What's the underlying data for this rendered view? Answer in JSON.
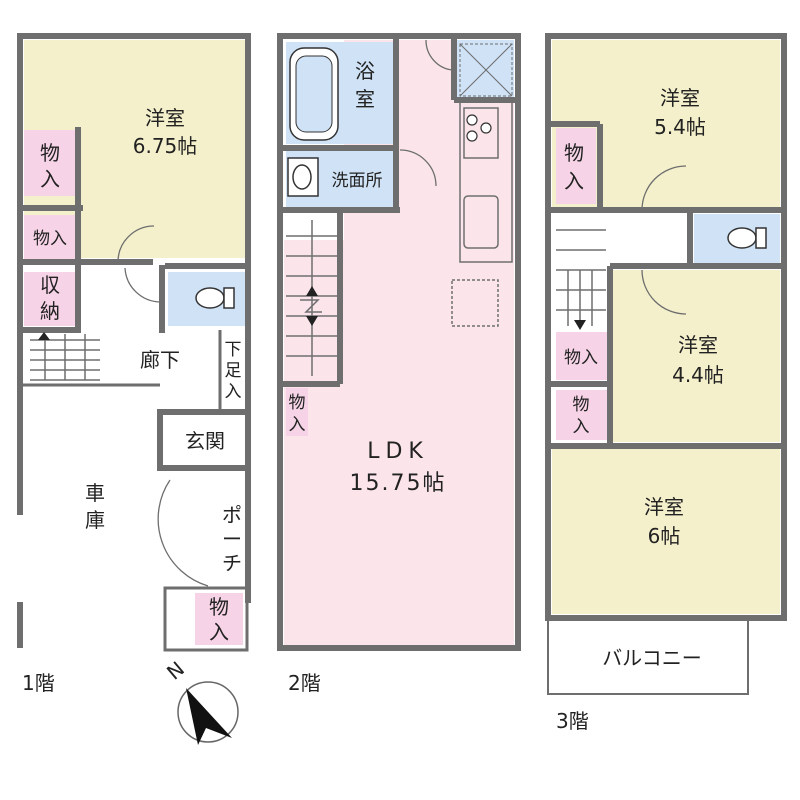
{
  "floors": {
    "f1": {
      "label": "1階",
      "rooms": {
        "western_room": [
          "洋室",
          "6.75帖"
        ],
        "storage_top": [
          "物",
          "入"
        ],
        "storage_mid": "物入",
        "shuno": [
          "収",
          "納"
        ],
        "corridor": "廊下",
        "shoe_cabinet": [
          "下",
          "足",
          "入"
        ],
        "entrance": "玄関",
        "garage": [
          "車",
          "庫"
        ],
        "porch": [
          "ポ",
          "ー",
          "チ"
        ],
        "storage_bottom": [
          "物",
          "入"
        ]
      }
    },
    "f2": {
      "label": "2階",
      "rooms": {
        "bath": [
          "浴",
          "室"
        ],
        "washroom": "洗面所",
        "storage": [
          "物",
          "入"
        ],
        "ldk": [
          "LDK",
          "15.75帖"
        ]
      }
    },
    "f3": {
      "label": "3階",
      "rooms": {
        "western_room_1": [
          "洋室",
          "5.4帖"
        ],
        "storage_top": [
          "物",
          "入"
        ],
        "western_room_2": [
          "洋室",
          "4.4帖"
        ],
        "storage_mid": "物入",
        "storage_low": [
          "物",
          "入"
        ],
        "western_room_3": [
          "洋室",
          "6帖"
        ],
        "balcony": "バルコニー"
      }
    }
  },
  "compass": {
    "label": "N"
  },
  "colors": {
    "western_room": "#f5f0cc",
    "storage": "#f6d3e6",
    "wet_area": "#cfe2f6",
    "ldk": "#fbe5ea",
    "wall": "#6e6e6e"
  }
}
